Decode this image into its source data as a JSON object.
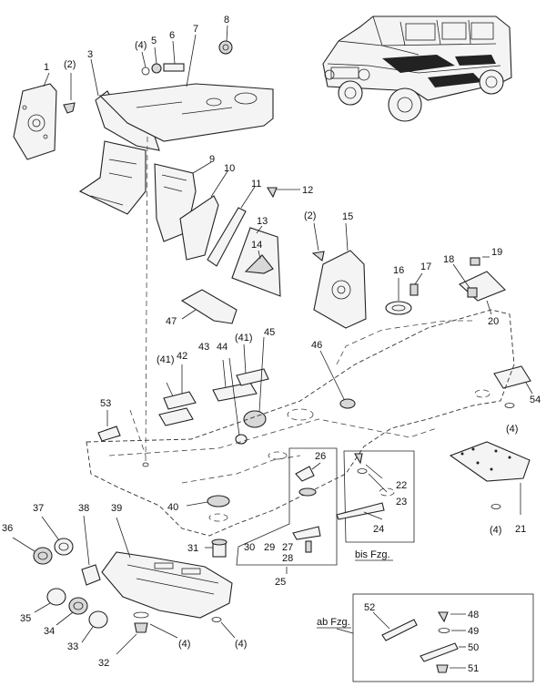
{
  "callouts": [
    {
      "id": "c1",
      "text": "1"
    },
    {
      "id": "c2",
      "text": "(2)"
    },
    {
      "id": "c3",
      "text": "3"
    },
    {
      "id": "c4",
      "text": "(4)"
    },
    {
      "id": "c5",
      "text": "5"
    },
    {
      "id": "c6",
      "text": "6"
    },
    {
      "id": "c7",
      "text": "7"
    },
    {
      "id": "c8",
      "text": "8"
    },
    {
      "id": "c9",
      "text": "9"
    },
    {
      "id": "c10",
      "text": "10"
    },
    {
      "id": "c11",
      "text": "11"
    },
    {
      "id": "c12",
      "text": "12"
    },
    {
      "id": "c13",
      "text": "13"
    },
    {
      "id": "c14",
      "text": "14"
    },
    {
      "id": "c2b",
      "text": "(2)"
    },
    {
      "id": "c15",
      "text": "15"
    },
    {
      "id": "c16",
      "text": "16"
    },
    {
      "id": "c17",
      "text": "17"
    },
    {
      "id": "c18",
      "text": "18"
    },
    {
      "id": "c19",
      "text": "19"
    },
    {
      "id": "c20",
      "text": "20"
    },
    {
      "id": "c47",
      "text": "47"
    },
    {
      "id": "c41a",
      "text": "(41)"
    },
    {
      "id": "c42",
      "text": "42"
    },
    {
      "id": "c43",
      "text": "43"
    },
    {
      "id": "c44",
      "text": "44"
    },
    {
      "id": "c41b",
      "text": "(41)"
    },
    {
      "id": "c45",
      "text": "45"
    },
    {
      "id": "c46",
      "text": "46"
    },
    {
      "id": "c53",
      "text": "53"
    },
    {
      "id": "c54",
      "text": "54"
    },
    {
      "id": "c4b",
      "text": "(4)"
    },
    {
      "id": "c26",
      "text": "26"
    },
    {
      "id": "c22",
      "text": "22"
    },
    {
      "id": "c23",
      "text": "23"
    },
    {
      "id": "c24",
      "text": "24"
    },
    {
      "id": "c21",
      "text": "21"
    },
    {
      "id": "c4c",
      "text": "(4)"
    },
    {
      "id": "c40",
      "text": "40"
    },
    {
      "id": "c30",
      "text": "30"
    },
    {
      "id": "c29",
      "text": "29"
    },
    {
      "id": "c27",
      "text": "27"
    },
    {
      "id": "c28",
      "text": "28"
    },
    {
      "id": "c25",
      "text": "25"
    },
    {
      "id": "c37",
      "text": "37"
    },
    {
      "id": "c38",
      "text": "38"
    },
    {
      "id": "c39",
      "text": "39"
    },
    {
      "id": "c36",
      "text": "36"
    },
    {
      "id": "c31",
      "text": "31"
    },
    {
      "id": "c35",
      "text": "35"
    },
    {
      "id": "c34",
      "text": "34"
    },
    {
      "id": "c33",
      "text": "33"
    },
    {
      "id": "c32",
      "text": "32"
    },
    {
      "id": "c4d",
      "text": "(4)"
    },
    {
      "id": "c4e",
      "text": "(4)"
    },
    {
      "id": "c52",
      "text": "52"
    },
    {
      "id": "c48",
      "text": "48"
    },
    {
      "id": "c49",
      "text": "49"
    },
    {
      "id": "c50",
      "text": "50"
    },
    {
      "id": "c51",
      "text": "51"
    }
  ],
  "notes": {
    "bis": "bis Fzg.",
    "ab": "ab Fzg."
  },
  "colors": {
    "ink": "#222222",
    "paper": "#ffffff",
    "fill": "#f4f4f4",
    "shade": "#d8d8d8"
  }
}
